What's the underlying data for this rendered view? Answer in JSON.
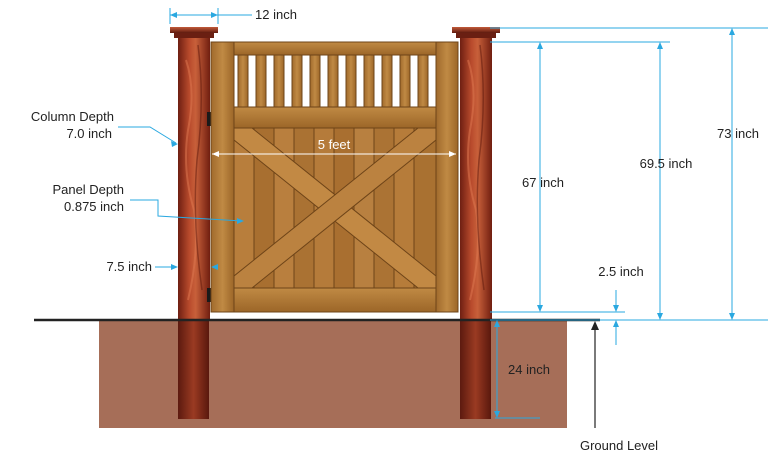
{
  "labels": {
    "column_width": "12 inch",
    "column_depth_line1": "Column Depth",
    "column_depth_line2": "7.0 inch",
    "panel_depth_line1": "Panel Depth",
    "panel_depth_line2": "0.875 inch",
    "frame_width": "7.5 inch",
    "gate_width": "5 feet",
    "panel_height": "67 inch",
    "gate_height": "69.5 inch",
    "post_height": "73 inch",
    "ground_clearance": "2.5 inch",
    "footing_depth": "24 inch",
    "ground_level": "Ground Level"
  },
  "colors": {
    "dimension_line": "#2aa8e0",
    "soil": "#a66e58",
    "post": "#9c2f1c",
    "gate_wood": "#b57a35",
    "ground_line": "#222222",
    "text": "#222222"
  }
}
